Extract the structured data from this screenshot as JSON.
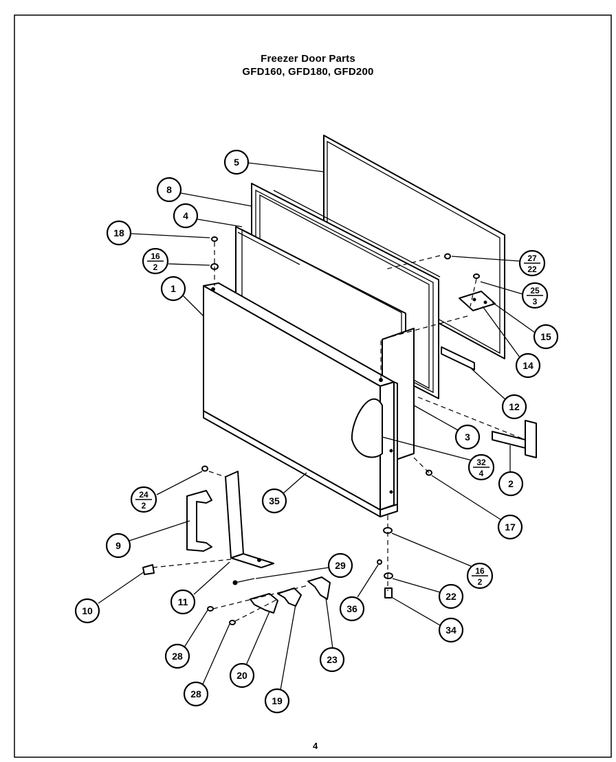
{
  "title": {
    "line1": "Freezer Door Parts",
    "line2": "GFD160, GFD180, GFD200"
  },
  "page_number": "4",
  "callouts": [
    {
      "id": "5",
      "label": "5"
    },
    {
      "id": "8",
      "label": "8"
    },
    {
      "id": "4",
      "label": "4"
    },
    {
      "id": "18",
      "label": "18"
    },
    {
      "id": "16-2-top",
      "numerator": "16",
      "denominator": "2"
    },
    {
      "id": "1",
      "label": "1"
    },
    {
      "id": "27-22",
      "numerator": "27",
      "denominator": "22"
    },
    {
      "id": "25-3",
      "numerator": "25",
      "denominator": "3"
    },
    {
      "id": "15",
      "label": "15"
    },
    {
      "id": "14",
      "label": "14"
    },
    {
      "id": "12",
      "label": "12"
    },
    {
      "id": "3",
      "label": "3"
    },
    {
      "id": "32-4",
      "numerator": "32",
      "denominator": "4"
    },
    {
      "id": "2",
      "label": "2"
    },
    {
      "id": "17",
      "label": "17"
    },
    {
      "id": "35",
      "label": "35"
    },
    {
      "id": "24-2",
      "numerator": "24",
      "denominator": "2"
    },
    {
      "id": "9",
      "label": "9"
    },
    {
      "id": "16-2-bottom",
      "numerator": "16",
      "denominator": "2"
    },
    {
      "id": "29",
      "label": "29"
    },
    {
      "id": "10",
      "label": "10"
    },
    {
      "id": "11",
      "label": "11"
    },
    {
      "id": "36",
      "label": "36"
    },
    {
      "id": "22",
      "label": "22"
    },
    {
      "id": "34",
      "label": "34"
    },
    {
      "id": "28-a",
      "label": "28"
    },
    {
      "id": "20",
      "label": "20"
    },
    {
      "id": "23",
      "label": "23"
    },
    {
      "id": "28-b",
      "label": "28"
    },
    {
      "id": "19",
      "label": "19"
    }
  ]
}
